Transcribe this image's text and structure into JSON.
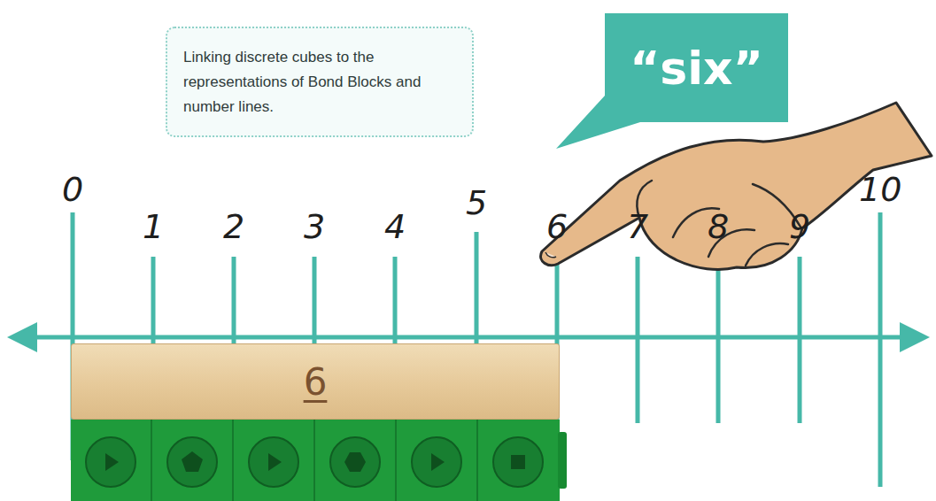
{
  "diagram": {
    "nodes": [
      {
        "text": [
          "Linking discrete cubes to the representations of Bond Blocks and number lines."
        ]
      },
      {
        "text": [
          "“six”"
        ]
      },
      {
        "text": [
          "6"
        ]
      }
    ],
    "labels": [
      "0",
      "1",
      "2",
      "3",
      "4",
      "5",
      "6",
      "7",
      "8",
      "9",
      "10"
    ]
  }
}
